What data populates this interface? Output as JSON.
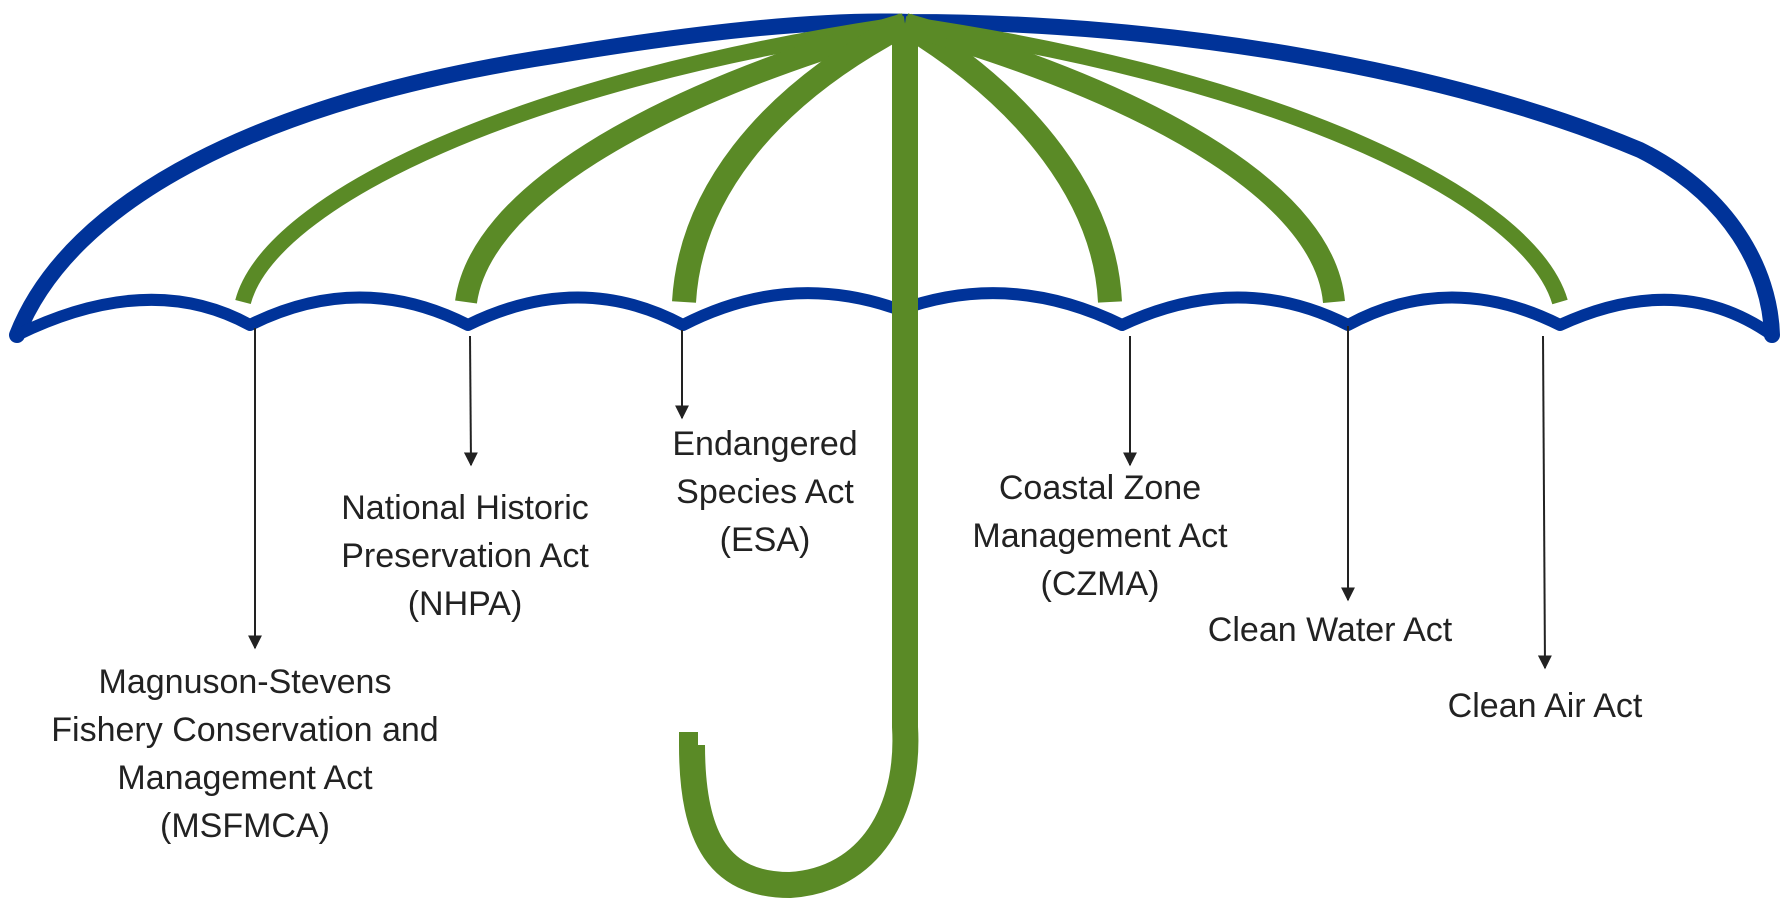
{
  "colors": {
    "canopy": "#003399",
    "ribs": "#5a8a26",
    "text": "#222222",
    "arrows": "#222222"
  },
  "labels": {
    "msfmca": [
      "Magnuson-Stevens",
      "Fishery Conservation and",
      "Management Act",
      "(MSFMCA)"
    ],
    "nhpa": [
      "National Historic",
      "Preservation Act",
      "(NHPA)"
    ],
    "esa": [
      "Endangered",
      "Species Act",
      "(ESA)"
    ],
    "czma": [
      "Coastal Zone",
      "Management Act",
      "(CZMA)"
    ],
    "cwa": [
      "Clean Water Act"
    ],
    "caa": [
      "Clean Air Act"
    ]
  }
}
